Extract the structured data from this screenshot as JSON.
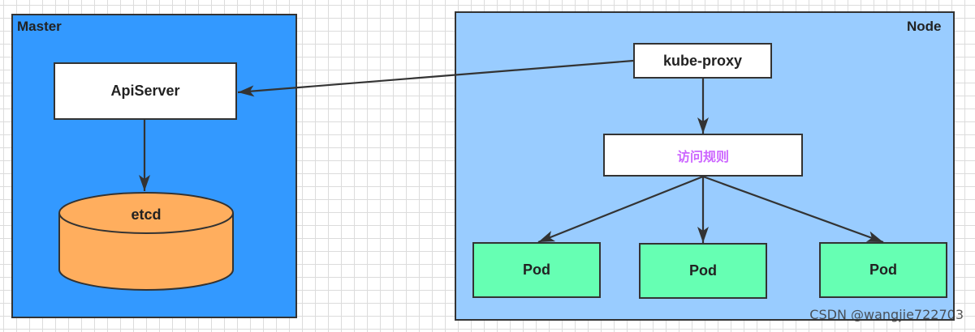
{
  "master": {
    "title": "Master",
    "api_server": "ApiServer",
    "etcd": "etcd"
  },
  "node": {
    "title": "Node",
    "kube_proxy": "kube-proxy",
    "access_rules": "访问规则",
    "pods": [
      "Pod",
      "Pod",
      "Pod"
    ]
  },
  "watermark": "CSDN @wangjie722703",
  "colors": {
    "master_bg": "#3399ff",
    "node_bg": "#99ccff",
    "etcd_fill": "#ffae5e",
    "pod_fill": "#66ffb3",
    "rule_text": "#cc66ff",
    "stroke": "#333333"
  }
}
